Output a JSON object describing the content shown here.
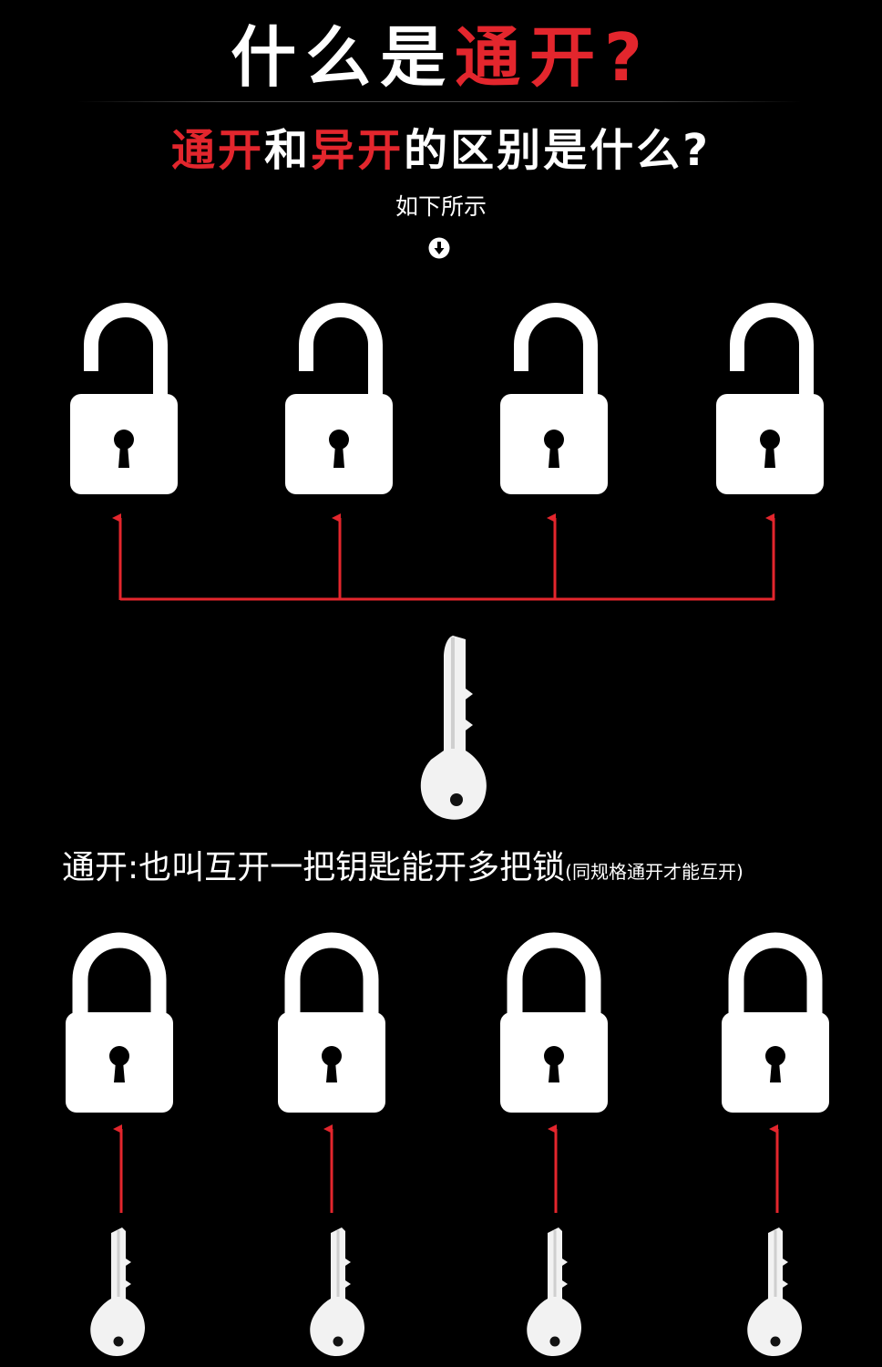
{
  "header": {
    "title_plain": "什么是",
    "title_red": "通开",
    "title_mark": "?"
  },
  "subtitle": {
    "part1": "通开",
    "part2": "和",
    "part3": "异开",
    "part4": "的区别是什么?"
  },
  "hint": {
    "text": "如下所示",
    "icon": "arrow-down-circle-icon"
  },
  "caption": {
    "text": "通开:也叫互开一把钥匙能开多把锁",
    "note": "(同规格通开才能互开)"
  },
  "icons": {
    "top_locks": "open-padlock-icon",
    "bottom_locks": "closed-padlock-icon",
    "keys": "key-icon"
  },
  "colors": {
    "background": "#000000",
    "accent": "#e3262d",
    "foreground": "#ffffff"
  }
}
